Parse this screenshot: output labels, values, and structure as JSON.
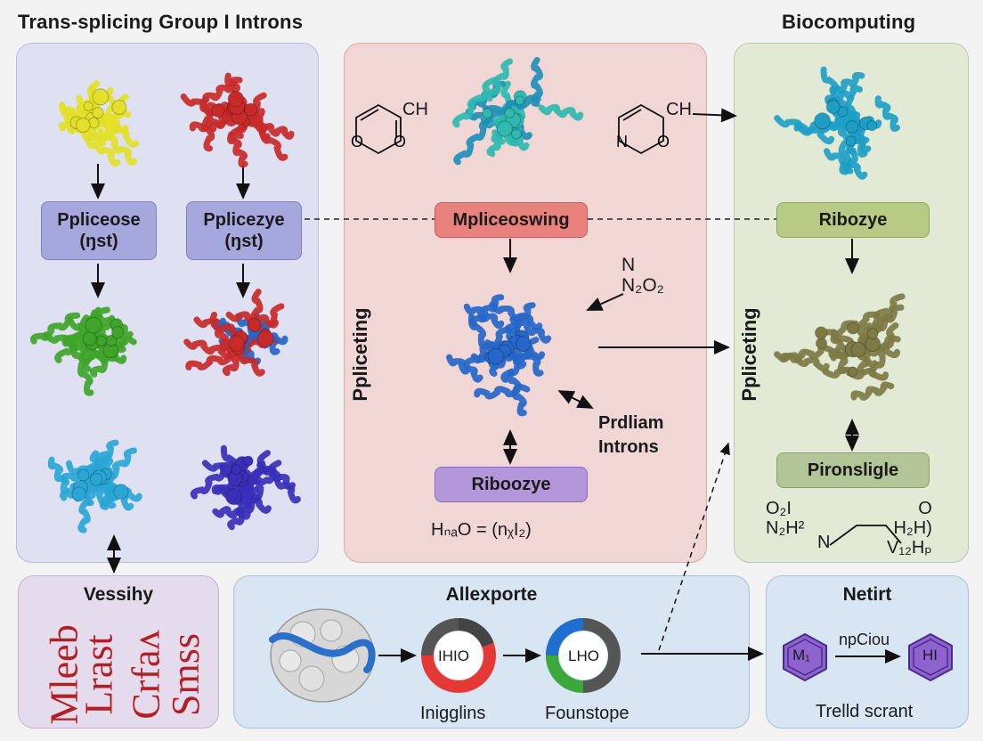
{
  "headings": {
    "left": "Trans-splicing Group I Introns",
    "right": "Biocomputing"
  },
  "left_panel": {
    "box1": "Ppliceose\n(ŋst)",
    "box2": "Pplicezye\n(ŋst)"
  },
  "middle_panel": {
    "top_box": "Mpliceoswing",
    "side_label": "Ppliceting",
    "formula_top": "N\nN₂O₂",
    "annotation": "Prdliam\nIntrons",
    "bottom_box": "Riboozye",
    "equation": "HₙₐO = (nᵪI₂)",
    "ring_left_ch": "CH",
    "ring_right_ch": "CH"
  },
  "right_panel": {
    "top_box": "Ribozye",
    "side_label": "Ppliceting",
    "bottom_box": "Pironsligle",
    "formula_left": "O₂I\nN₂H²",
    "formula_right": "O\nH₂H)\nV₁₂Hₚ"
  },
  "bottom_left": {
    "title": "Vessihy",
    "words": [
      "Mleeb",
      "Lrast",
      "Crfaʌ",
      "Smss"
    ]
  },
  "bottom_middle": {
    "title": "Allexporte",
    "ring1_label": "IHIO",
    "ring2_label": "LHO",
    "caption1": "Inigglins",
    "caption2": "Founstope"
  },
  "bottom_right": {
    "title": "Netirt",
    "hex1_label": "M₁",
    "hex2_label": "HI",
    "arrow_label": "npCiou",
    "caption": "Trelld scrant"
  },
  "colors": {
    "protein_yellow": "#e3df2a",
    "protein_red": "#c82a2a",
    "protein_green": "#3fa52a",
    "protein_cyan": "#2aa6d6",
    "protein_indigo": "#3a2fb8",
    "protein_teal": "#2fb9b0",
    "protein_blue": "#2566c8",
    "protein_olive": "#7d7a45"
  }
}
